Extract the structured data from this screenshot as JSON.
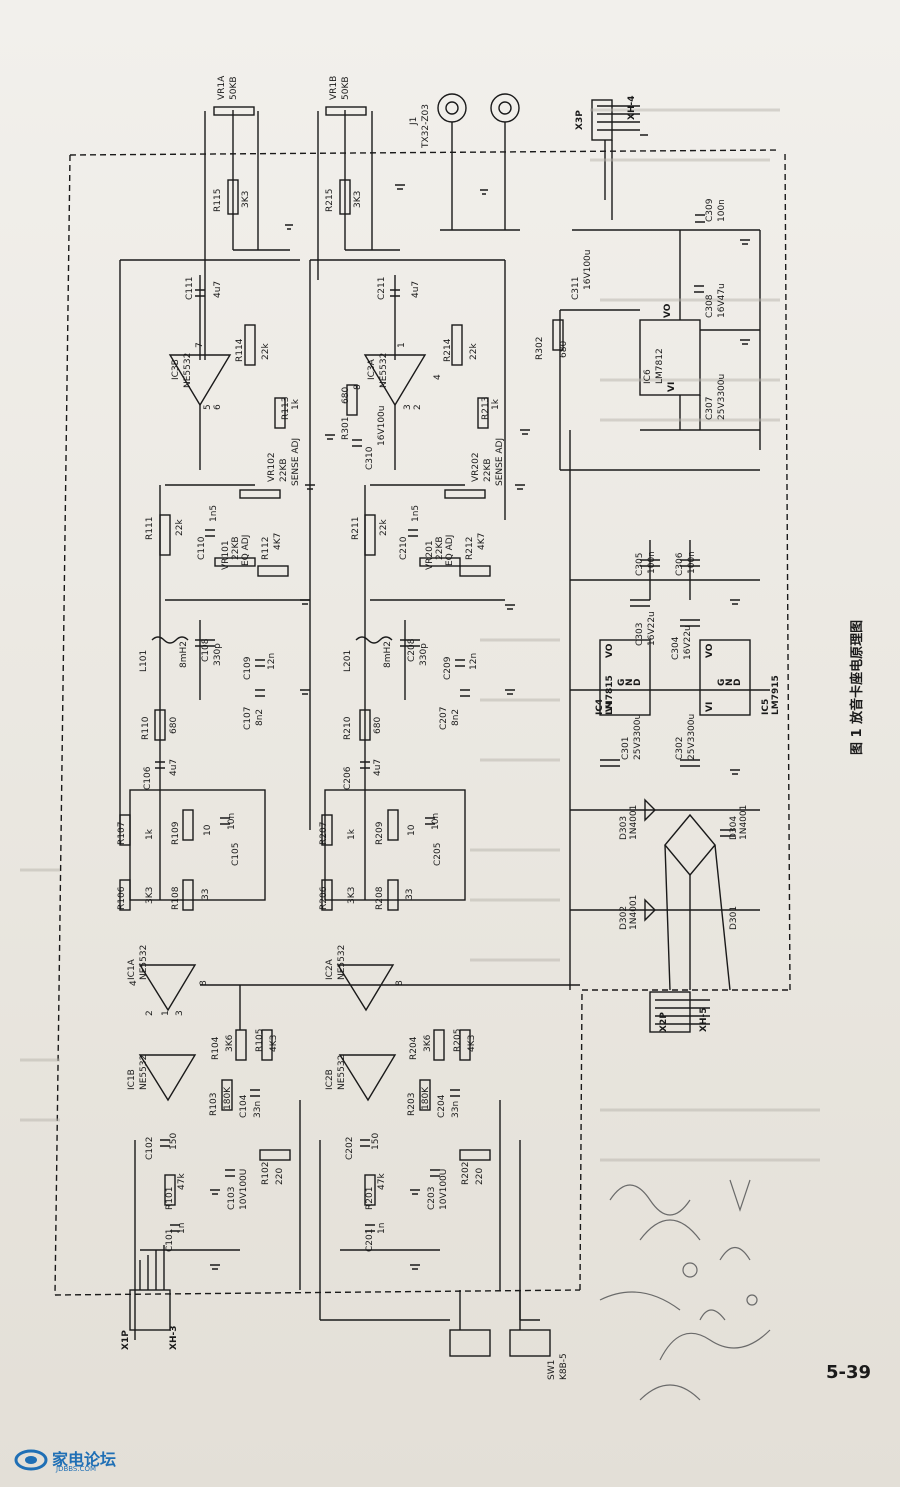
{
  "figure_caption": "图 1 放音卡座电原理图",
  "page_number": "5-39",
  "watermark": {
    "main": "家电论坛",
    "sub": "JDBBS.COM"
  },
  "connectors": {
    "x3p": "X3P",
    "xh4": "XH-4",
    "x2p": "X2P",
    "xh5": "XH-5",
    "x1p": "X1P",
    "xh3": "XH-3",
    "j1": "J1",
    "j1_type": "TX32-Z03",
    "sw1": "SW1",
    "sw1_type": "K8B-5"
  },
  "components": {
    "vr1a": "VR1A",
    "vr1a_v": "50KB",
    "vr1b": "VR1B",
    "vr1b_v": "50KB",
    "r115": "R115",
    "r115_v": "3K3",
    "r215": "R215",
    "r215_v": "3K3",
    "c111": "C111",
    "c111_v": "4u7",
    "c211": "C211",
    "c211_v": "4u7",
    "ic3b": "IC3B",
    "ic3b_t": "NE5532",
    "ic3a": "IC3A",
    "ic3a_t": "NE5532",
    "r114": "R114",
    "r114_v": "22k",
    "r214": "R214",
    "r214_v": "22k",
    "r113": "R113",
    "r113_v": "1k",
    "r213": "R213",
    "r213_v": "1k",
    "r301": "R301",
    "r301_v": "680",
    "c310": "C310",
    "c310_v": "16V100u",
    "r302": "R302",
    "r302_v": "680",
    "c311": "C311",
    "c311_v": "16V100u",
    "ic6": "IC6",
    "ic6_t": "LM7812",
    "c308": "C308",
    "c308_v": "16V47u",
    "c307": "C307",
    "c307_v": "25V3300u",
    "c309": "C309",
    "c309_v": "100n",
    "vr102": "VR102",
    "vr102_v": "22KB",
    "vr102_f": "SENSE ADJ",
    "vr202": "VR202",
    "vr202_v": "22KB",
    "vr202_f": "SENSE ADJ",
    "r111": "R111",
    "r111_v": "22k",
    "r211": "R211",
    "r211_v": "22k",
    "c110": "C110",
    "c110_v": "1n5",
    "c210": "C210",
    "c210_v": "1n5",
    "vr101": "VR101",
    "vr101_v": "22KB",
    "vr101_f": "EQ ADJ",
    "vr201": "VR201",
    "vr201_v": "22KB",
    "vr201_f": "EQ ADJ",
    "r112": "R112",
    "r112_v": "4K7",
    "r212": "R212",
    "r212_v": "4K7",
    "c305": "C305",
    "c305_v": "100n",
    "c306": "C306",
    "c306_v": "100n",
    "l101": "L101",
    "l101_v": "8mH2",
    "l201": "L201",
    "l201_v": "8mH2",
    "c108": "C108",
    "c108_v": "330p",
    "c208": "C208",
    "c208_v": "330p",
    "c109": "C109",
    "c109_v": "12n",
    "c209": "C209",
    "c209_v": "12n",
    "c107": "C107",
    "c107_v": "8n2",
    "c207": "C207",
    "c207_v": "8n2",
    "r110": "R110",
    "r110_v": "680",
    "r210": "R210",
    "r210_v": "680",
    "c106": "C106",
    "c106_v": "4u7",
    "c206": "C206",
    "c206_v": "4u7",
    "c303": "C303",
    "c303_v": "16V22u",
    "c304": "C304",
    "c304_v": "16V22u",
    "ic4": "IC4",
    "ic4_t": "LM7815",
    "ic5": "IC5",
    "ic5_t": "LM7915",
    "c301": "C301",
    "c301_v": "25V3300u",
    "c302": "C302",
    "c302_v": "25V3300u",
    "r107": "R107",
    "r107_v": "1k",
    "r207": "R207",
    "r207_v": "1k",
    "r109": "R109",
    "r109_v": "10",
    "r209": "R209",
    "r209_v": "10",
    "c105": "C105",
    "c105_v": "10n",
    "c205": "C205",
    "c205_v": "10n",
    "r106": "R106",
    "r106_v": "3K3",
    "r206": "R206",
    "r206_v": "3K3",
    "r108": "R108",
    "r108_v": "33",
    "r208": "R208",
    "r208_v": "33",
    "ic1a": "IC1A",
    "ic1a_t": "NE5532",
    "ic2a": "IC2A",
    "ic2a_t": "NE5532",
    "d301": "D301",
    "d302": "D302",
    "d303": "D303",
    "d304": "D304",
    "d_type": "1N4001",
    "ic1b": "IC1B",
    "ic1b_t": "NE5532",
    "ic2b": "IC2B",
    "ic2b_t": "NE5532",
    "r104": "R104",
    "r104_v": "3K6",
    "r204": "R204",
    "r204_v": "3K6",
    "r105": "R105",
    "r105_v": "4K3",
    "r205": "R205",
    "r205_v": "4K3",
    "r103": "R103",
    "r103_v": "180K",
    "r203": "R203",
    "r203_v": "180K",
    "c104": "C104",
    "c104_v": "33n",
    "c204": "C204",
    "c204_v": "33n",
    "c102": "C102",
    "c102_v": "150",
    "c202": "C202",
    "c202_v": "150",
    "r101": "R101",
    "r101_v": "47k",
    "r201": "R201",
    "r201_v": "47k",
    "c103": "C103",
    "c103_v": "10V100U",
    "c203": "C203",
    "c203_v": "10V100U",
    "r102": "R102",
    "r102_v": "220",
    "r202": "R202",
    "r202_v": "220",
    "c101": "C101",
    "c101_v": "1n",
    "c201": "C201",
    "c201_v": "1n"
  },
  "pins": {
    "p1": "1",
    "p2": "2",
    "p3": "3",
    "p4": "4",
    "p5": "5",
    "p6": "6",
    "p7": "7",
    "p8": "8"
  },
  "regulator_pins": {
    "vi": "VI",
    "vo": "VO",
    "g": "G",
    "n": "N",
    "d": "D"
  }
}
